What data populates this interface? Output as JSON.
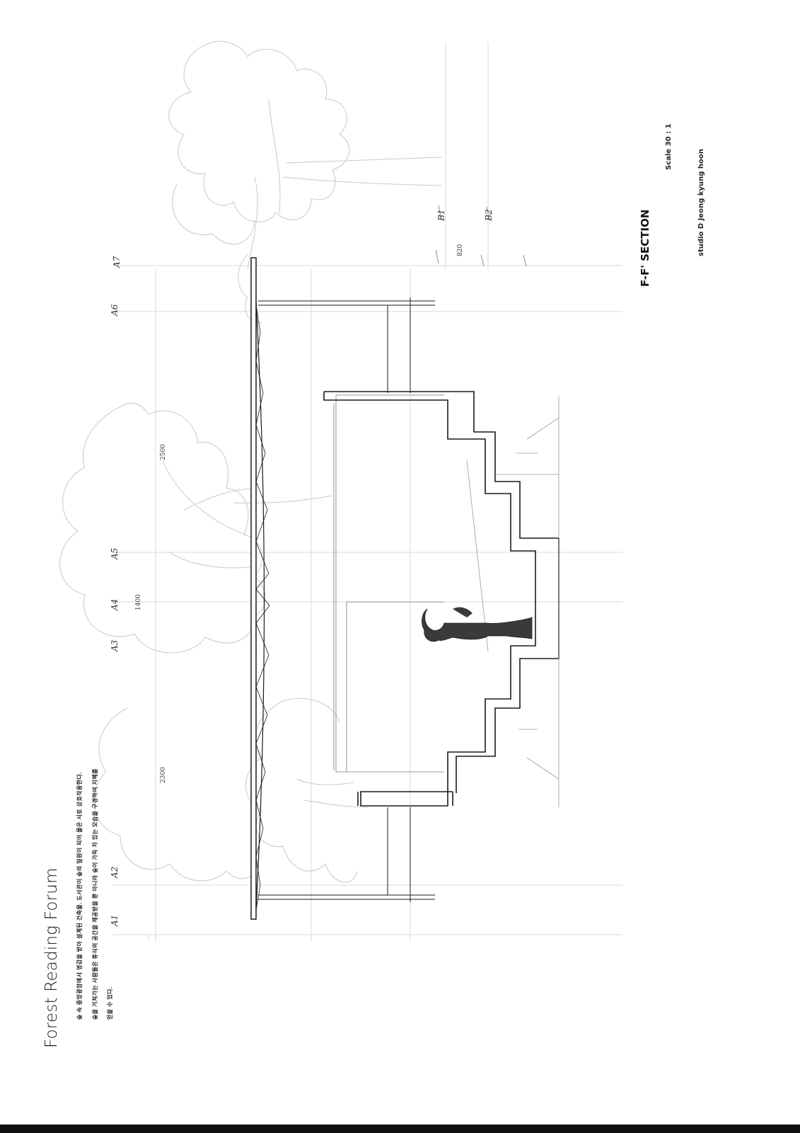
{
  "project": {
    "title": "Forest Reading Forum",
    "description_lines": [
      "숲 속 중앙광장에서 영감을 받아 설계된 건축물. 도서관이 숲의 일원이 되어 물은 서로 상호작용한다.",
      "숲을 거쳐가는 사람들은 휴식의 공간을 제공받을 뿐 아니라 숲이 가득 차 있는 모습을 구경하여 지혜를",
      "얻을 수 있다."
    ]
  },
  "sheet": {
    "section_title": "F-F' SECTION",
    "scale": "Scale 30 : 1",
    "studio": "studio D Jeong kyung hoon"
  },
  "grid_lines": [
    "A1",
    "A2",
    "A3",
    "A4",
    "A5",
    "A6",
    "A7"
  ],
  "level_lines": [
    "B1",
    "B2"
  ],
  "dimensions": [
    "2300",
    "2500",
    "1400",
    "820"
  ],
  "colors": {
    "background": "#ffffff",
    "line": "#1a1a1a",
    "faint_line": "#b5b5b5",
    "tree_sketch": "#cfcfcf",
    "figure_fill": "#3a3a3a"
  }
}
